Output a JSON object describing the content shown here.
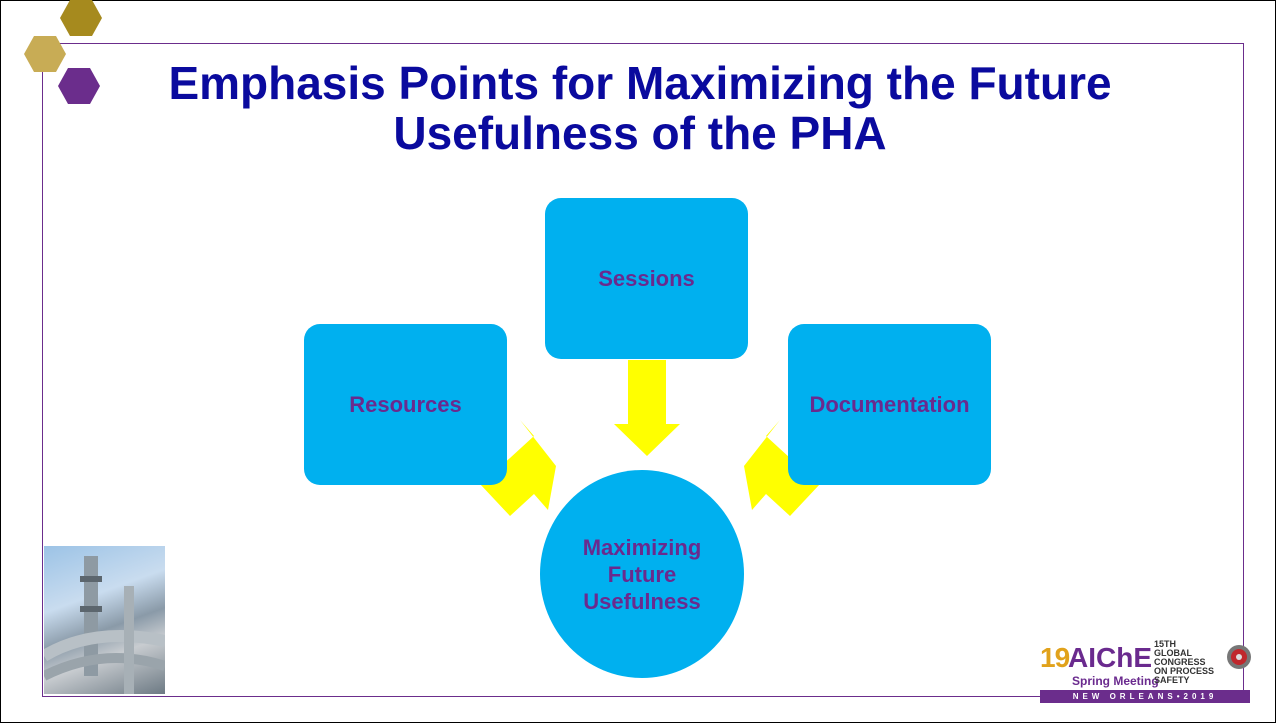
{
  "title": "Emphasis Points for Maximizing the Future Usefulness of the PHA",
  "diagram": {
    "top_box": "Sessions",
    "left_box": "Resources",
    "right_box": "Documentation",
    "center_circle": "Maximizing\nFuture\nUsefulness"
  },
  "logo": {
    "year": "19",
    "org": "AIChE",
    "event": "Spring Meeting",
    "congress": "15TH\nGLOBAL\nCONGRESS\nON PROCESS\nSAFETY",
    "location": "NEW ORLEANS•2019"
  },
  "colors": {
    "title": "#0a0a9e",
    "shape_fill": "#00b0ef",
    "shape_text": "#6a2a8e",
    "arrow": "#ffff00",
    "frame": "#6b2d8c"
  }
}
